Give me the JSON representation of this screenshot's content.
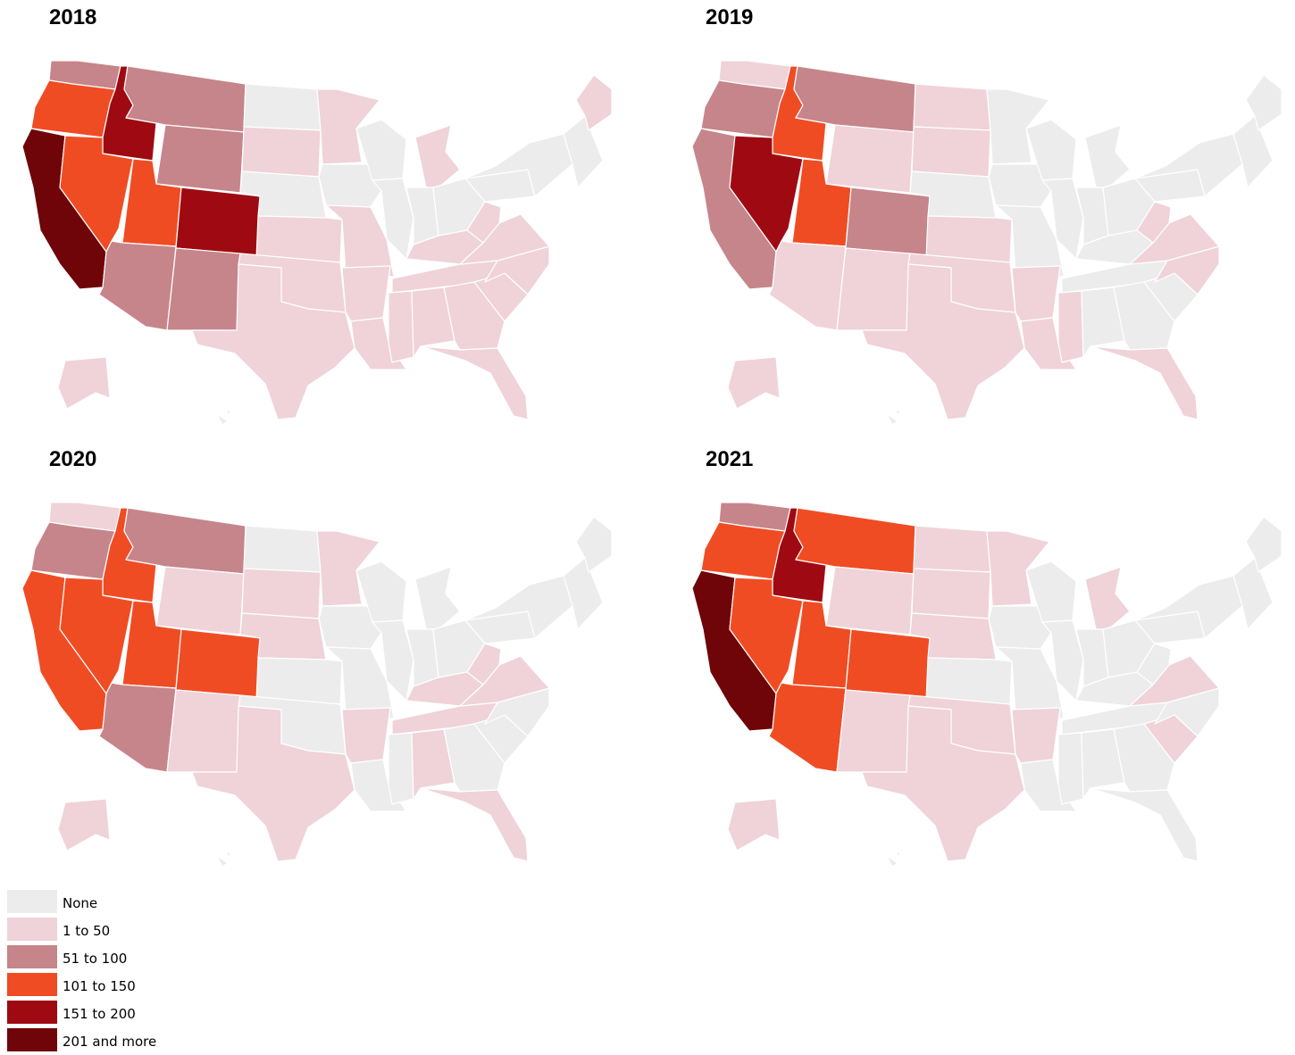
{
  "colors": {
    "none": "#ececec",
    "c1": "#efd3d8",
    "c2": "#c6858a",
    "c3": "#f04c24",
    "c4": "#9f0a12",
    "c5": "#6f0508"
  },
  "legend": [
    {
      "label": "None",
      "color": "#ececec"
    },
    {
      "label": "1 to 50",
      "color": "#efd3d8"
    },
    {
      "label": "51 to 100",
      "color": "#c6858a"
    },
    {
      "label": "101 to 150",
      "color": "#f04c24"
    },
    {
      "label": "151 to 200",
      "color": "#9f0a12"
    },
    {
      "label": "201 and more",
      "color": "#6f0508"
    }
  ],
  "maps": [
    {
      "title": "2018",
      "states": {
        "WA": "c2",
        "OR": "c3",
        "ID": "c4",
        "MT": "c2",
        "WY": "c2",
        "CA": "c5",
        "NV": "c3",
        "UT": "c3",
        "CO": "c4",
        "AZ": "c2",
        "NM": "c2",
        "ND": "none",
        "SD": "c1",
        "NE": "none",
        "KS": "c1",
        "OK": "c1",
        "TX": "c1",
        "MN": "c1",
        "IA": "none",
        "MO": "c1",
        "AR": "c1",
        "LA": "c1",
        "WI": "none",
        "IL": "none",
        "MI": "c1",
        "IN": "none",
        "OH": "none",
        "KY": "c1",
        "TN": "c1",
        "MS": "c1",
        "AL": "c1",
        "GA": "c1",
        "FL": "c1",
        "SC": "c1",
        "NC": "c1",
        "VA": "c1",
        "WV": "c1",
        "PA": "none",
        "NY": "none",
        "NE_STATES": "none",
        "ME": "c1",
        "AK": "c1",
        "HI": "none"
      }
    },
    {
      "title": "2019",
      "states": {
        "WA": "c1",
        "OR": "c2",
        "ID": "c3",
        "MT": "c2",
        "WY": "c1",
        "CA": "c2",
        "NV": "c4",
        "UT": "c3",
        "CO": "c2",
        "AZ": "c1",
        "NM": "c1",
        "ND": "c1",
        "SD": "c1",
        "NE": "none",
        "KS": "c1",
        "OK": "c1",
        "TX": "c1",
        "MN": "none",
        "IA": "none",
        "MO": "none",
        "AR": "c1",
        "LA": "c1",
        "WI": "none",
        "IL": "none",
        "MI": "none",
        "IN": "none",
        "OH": "none",
        "KY": "none",
        "TN": "none",
        "MS": "c1",
        "AL": "none",
        "GA": "none",
        "FL": "c1",
        "SC": "none",
        "NC": "c1",
        "VA": "c1",
        "WV": "c1",
        "PA": "none",
        "NY": "none",
        "NE_STATES": "none",
        "ME": "none",
        "AK": "c1",
        "HI": "none"
      }
    },
    {
      "title": "2020",
      "states": {
        "WA": "c1",
        "OR": "c2",
        "ID": "c3",
        "MT": "c2",
        "WY": "c1",
        "CA": "c3",
        "NV": "c3",
        "UT": "c3",
        "CO": "c3",
        "AZ": "c2",
        "NM": "c1",
        "ND": "none",
        "SD": "c1",
        "NE": "c1",
        "KS": "none",
        "OK": "none",
        "TX": "c1",
        "MN": "c1",
        "IA": "none",
        "MO": "none",
        "AR": "c1",
        "LA": "none",
        "WI": "none",
        "IL": "none",
        "MI": "none",
        "IN": "none",
        "OH": "none",
        "KY": "c1",
        "TN": "c1",
        "MS": "none",
        "AL": "c1",
        "GA": "none",
        "FL": "c1",
        "SC": "none",
        "NC": "none",
        "VA": "c1",
        "WV": "c1",
        "PA": "none",
        "NY": "none",
        "NE_STATES": "none",
        "ME": "none",
        "AK": "c1",
        "HI": "none"
      }
    },
    {
      "title": "2021",
      "states": {
        "WA": "c2",
        "OR": "c3",
        "ID": "c4",
        "MT": "c3",
        "WY": "c1",
        "CA": "c5",
        "NV": "c3",
        "UT": "c3",
        "CO": "c3",
        "AZ": "c3",
        "NM": "c1",
        "ND": "c1",
        "SD": "c1",
        "NE": "c1",
        "KS": "none",
        "OK": "c1",
        "TX": "c1",
        "MN": "c1",
        "IA": "none",
        "MO": "none",
        "AR": "c1",
        "LA": "none",
        "WI": "none",
        "IL": "none",
        "MI": "c1",
        "IN": "none",
        "OH": "none",
        "KY": "none",
        "TN": "none",
        "MS": "none",
        "AL": "none",
        "GA": "none",
        "FL": "none",
        "SC": "c1",
        "NC": "none",
        "VA": "c1",
        "WV": "none",
        "PA": "none",
        "NY": "none",
        "NE_STATES": "none",
        "ME": "none",
        "AK": "c1",
        "HI": "none"
      }
    }
  ]
}
